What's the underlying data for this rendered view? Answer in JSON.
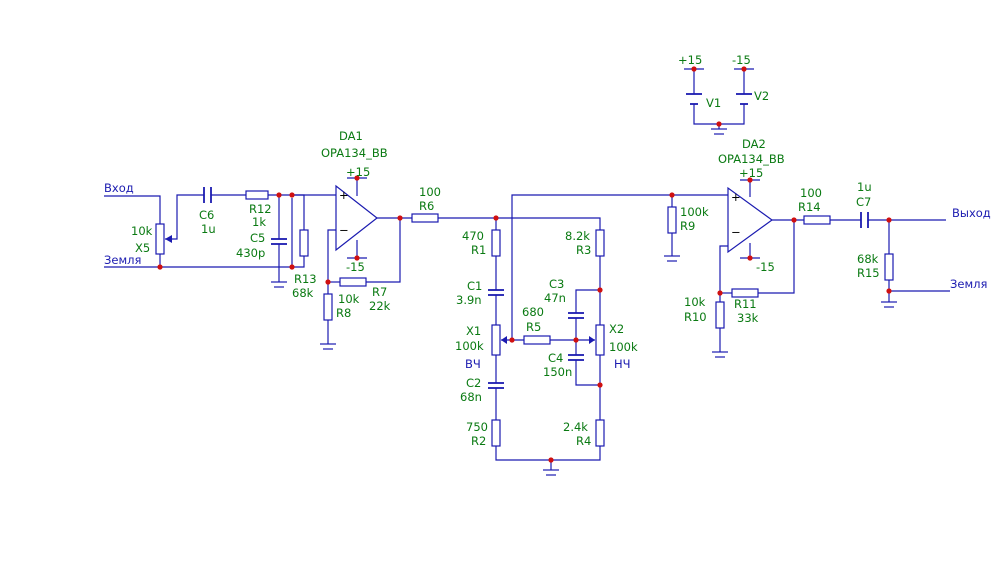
{
  "colors": {
    "wire": "#1b1bb0",
    "label": "#0a7a12",
    "net_label": "#1b1bb0",
    "node": "#d01010",
    "component": "#1b1bb0",
    "pin": "#000000",
    "background": "#ffffff"
  },
  "nets": {
    "input": "Вход",
    "ground": "Земля",
    "output": "Выход",
    "ground_out": "Земля"
  },
  "supplies": {
    "v1_pos": "+15",
    "v1_name": "V1",
    "v2_neg": "-15",
    "v2_name": "V2",
    "da1_pos": "+15",
    "da1_neg": "-15",
    "da2_pos": "+15",
    "da2_neg": "-15"
  },
  "opamps": [
    {
      "name": "DA1",
      "model": "OPA134_BB"
    },
    {
      "name": "DA2",
      "model": "OPA134_BB"
    }
  ],
  "opamp_pins": {
    "plus": "+",
    "minus": "−"
  },
  "components": {
    "X5": {
      "ref": "X5",
      "value": "10k"
    },
    "C6": {
      "ref": "C6",
      "value": "1u"
    },
    "R12": {
      "ref": "R12",
      "value": "1k"
    },
    "C5": {
      "ref": "C5",
      "value": "430p"
    },
    "R13": {
      "ref": "R13",
      "value": "68k"
    },
    "R8": {
      "ref": "R8",
      "value": "10k"
    },
    "R7": {
      "ref": "R7",
      "value": "22k"
    },
    "R6": {
      "ref": "R6",
      "value": "100"
    },
    "R1": {
      "ref": "R1",
      "value": "470"
    },
    "C1": {
      "ref": "C1",
      "value": "3.9n"
    },
    "X1": {
      "ref": "X1",
      "value": "100k",
      "note": "ВЧ"
    },
    "C2": {
      "ref": "C2",
      "value": "68n"
    },
    "R2": {
      "ref": "R2",
      "value": "750"
    },
    "R5": {
      "ref": "R5",
      "value": "680"
    },
    "R3": {
      "ref": "R3",
      "value": "8.2k"
    },
    "C3": {
      "ref": "C3",
      "value": "47n"
    },
    "C4": {
      "ref": "C4",
      "value": "150n"
    },
    "X2": {
      "ref": "X2",
      "value": "100k",
      "note": "НЧ"
    },
    "R4": {
      "ref": "R4",
      "value": "2.4k"
    },
    "R9": {
      "ref": "R9",
      "value": "100k"
    },
    "R10": {
      "ref": "R10",
      "value": "10k"
    },
    "R11": {
      "ref": "R11",
      "value": "33k"
    },
    "R14": {
      "ref": "R14",
      "value": "100"
    },
    "C7": {
      "ref": "C7",
      "value": "1u"
    },
    "R15": {
      "ref": "R15",
      "value": "68k"
    }
  }
}
